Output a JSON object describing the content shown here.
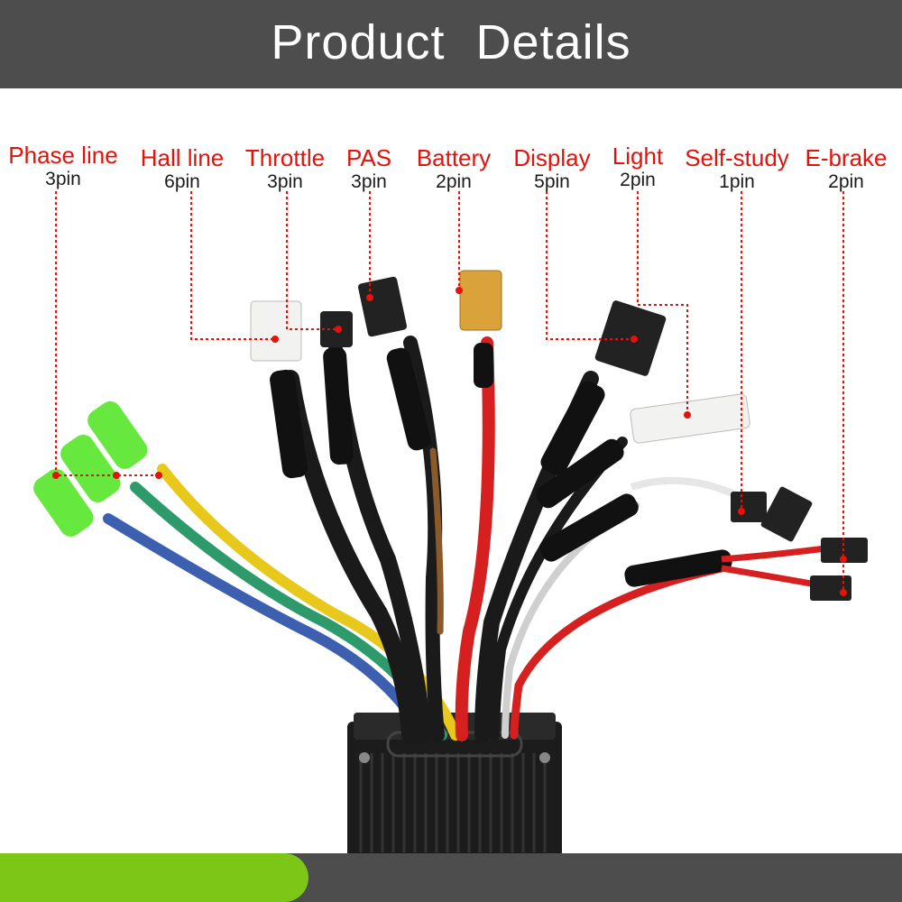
{
  "header": {
    "title": "Product  Details"
  },
  "connectors": [
    {
      "name": "Phase line",
      "pins": "3pin"
    },
    {
      "name": "Hall line",
      "pins": "6pin"
    },
    {
      "name": "Throttle",
      "pins": "3pin"
    },
    {
      "name": "PAS",
      "pins": "3pin"
    },
    {
      "name": "Battery",
      "pins": "2pin"
    },
    {
      "name": "Display",
      "pins": "5pin"
    },
    {
      "name": "Light",
      "pins": "2pin"
    },
    {
      "name": "Self-study",
      "pins": "1pin"
    },
    {
      "name": "E-brake",
      "pins": "2pin"
    }
  ],
  "colors": {
    "header_bg": "#4d4d4d",
    "accent_green": "#7cc618",
    "label_red": "#e3120b",
    "pin_text": "#1a1a1a",
    "controller_body": "#1c1c1c"
  }
}
